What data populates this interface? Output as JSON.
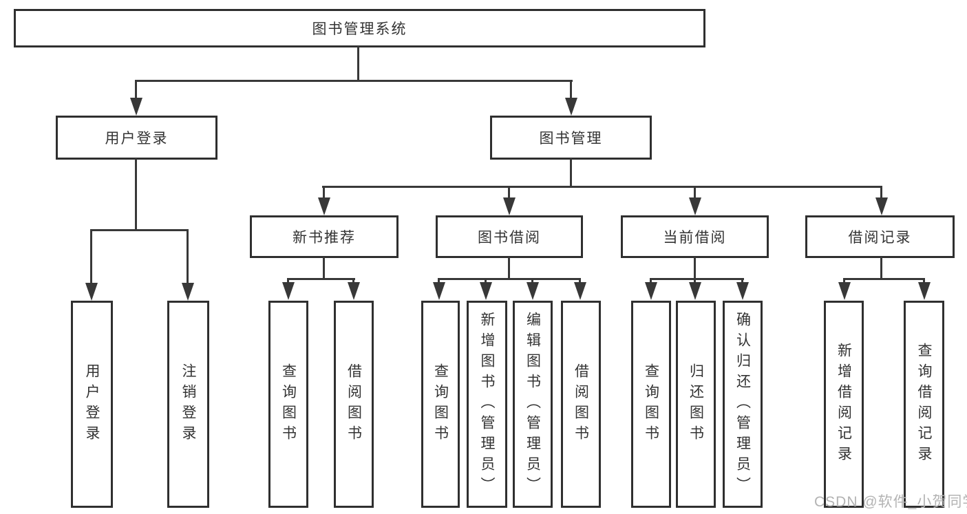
{
  "colors": {
    "line": "#383838",
    "box_border": "#2f2f2f",
    "text": "#333333",
    "background": "#ffffff",
    "watermark": "#b3b3b3"
  },
  "nodes": {
    "root": "图书管理系统",
    "user_login": "用户登录",
    "book_management": "图书管理",
    "user_login_leaf": "用户登录",
    "logout_leaf": "注销登录",
    "new_book_rec": "新书推荐",
    "book_borrow": "图书借阅",
    "current_borrow": "当前借阅",
    "borrow_record": "借阅记录",
    "nb_query_books": "查询图书",
    "nb_borrow_books": "借阅图书",
    "bb_query_books": "查询图书",
    "bb_add_books": "新增图书（管理员）",
    "bb_edit_books": "编辑图书（管理员）",
    "bb_borrow_books": "借阅图书",
    "cb_query_books": "查询图书",
    "cb_return_books": "归还图书",
    "cb_confirm_return": "确认归还（管理员）",
    "br_add_record": "新增借阅记录",
    "br_query_record": "查询借阅记录"
  },
  "watermark": "CSDN @软件_小贺同学"
}
